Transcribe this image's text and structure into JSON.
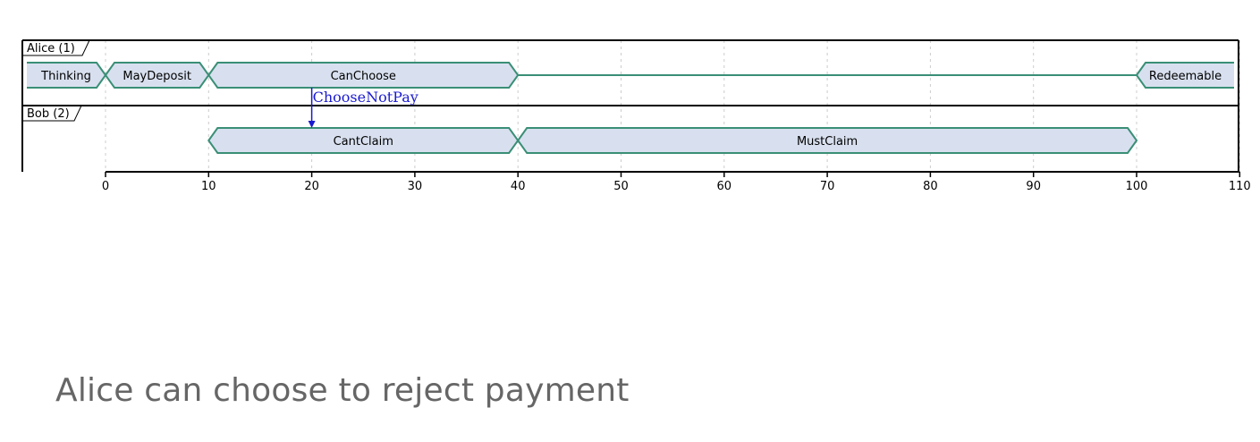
{
  "caption": "Alice can choose to reject payment",
  "colors": {
    "state_fill": "#d8e0ef",
    "state_stroke": "#3a8f76",
    "message": "#1a1ad0",
    "frame": "#000000",
    "grid": "#cccccc"
  },
  "chart_data": {
    "type": "timing",
    "axis": {
      "min": 0,
      "max": 110,
      "ticks": [
        0,
        10,
        20,
        30,
        40,
        50,
        60,
        70,
        80,
        90,
        100,
        110
      ]
    },
    "lanes": [
      {
        "label": "Alice (1)",
        "states": [
          {
            "label": "Thinking",
            "start": null,
            "end": 0
          },
          {
            "label": "MayDeposit",
            "start": 0,
            "end": 10
          },
          {
            "label": "CanChoose",
            "start": 10,
            "end": 40
          },
          {
            "label": "",
            "start": 40,
            "end": 100,
            "idle": true
          },
          {
            "label": "Redeemable",
            "start": 100,
            "end": null
          }
        ]
      },
      {
        "label": "Bob (2)",
        "states": [
          {
            "label": "CantClaim",
            "start": 10,
            "end": 40
          },
          {
            "label": "MustClaim",
            "start": 40,
            "end": 100
          }
        ]
      }
    ],
    "messages": [
      {
        "label": "ChooseNotPay",
        "from_lane": 0,
        "to_lane": 1,
        "time": 20
      }
    ]
  }
}
